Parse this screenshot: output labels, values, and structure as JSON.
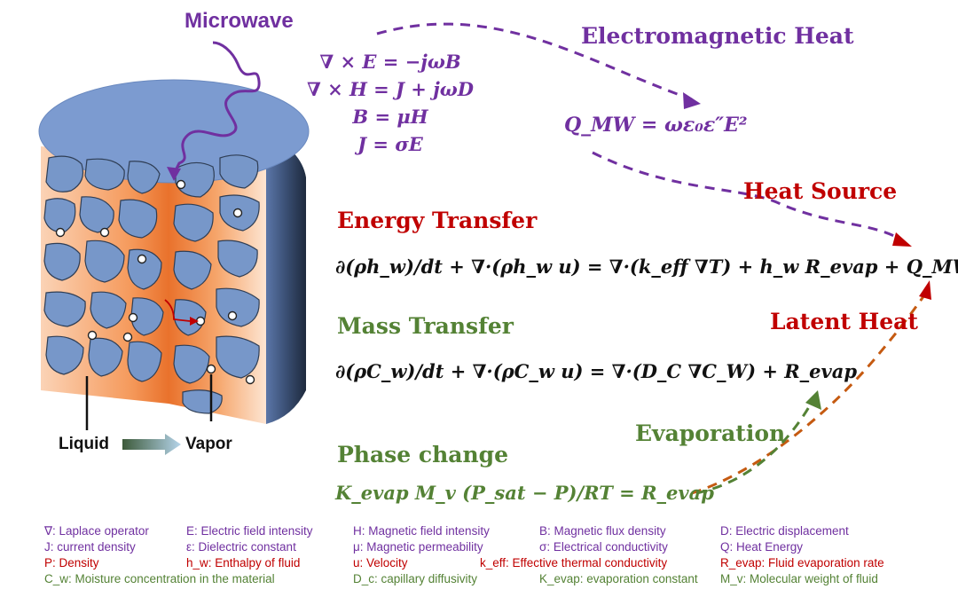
{
  "microwave_label": "Microwave",
  "em_heat_label": "Electromagnetic Heat",
  "maxwell": [
    "∇ × E = −jωB",
    "∇ × H = J + jωD",
    "B = μH",
    "J = σE"
  ],
  "q_mw_equation": "Q_MW = ωε₀ε″E²",
  "heat_source_label": "Heat Source",
  "energy_transfer_label": "Energy Transfer",
  "energy_equation": "∂(ρh_w)/dt + ∇·(ρh_w u) = ∇·(k_eff ∇T) + h_w R_evap + Q_MW",
  "latent_heat_label": "Latent Heat",
  "mass_transfer_label": "Mass Transfer",
  "mass_equation": "∂(ρC_w)/dt + ∇·(ρC_w u) = ∇·(D_C ∇C_W) + R_evap",
  "evaporation_label": "Evaporation",
  "phase_change_label": "Phase change",
  "phase_equation": "K_evap M_v (P_sat − P)/RT = R_evap",
  "liquid_label": "Liquid",
  "vapor_label": "Vapor",
  "legend": [
    [
      "∇: Laplace operator",
      "E: Electric field intensity",
      "H: Magnetic field intensity",
      "B: Magnetic flux density",
      "D: Electric displacement"
    ],
    [
      "J: current density",
      "ε: Dielectric constant",
      "μ: Magnetic permeability",
      "σ: Electrical conductivity",
      "Q: Heat Energy"
    ],
    [
      "P: Density",
      "h_w: Enthalpy of fluid",
      "u: Velocity",
      "k_eff: Effective thermal conductivity",
      "R_evap: Fluid evaporation rate"
    ],
    [
      "C_w: Moisture concentration in the material",
      "D_c: capillary diffusivity",
      "K_evap: evaporation constant",
      "M_v: Molecular weight of fluid"
    ]
  ],
  "colors": {
    "purple": "#7030a0",
    "red": "#c00000",
    "green": "#548235",
    "orange": "#c55a11",
    "cylinder_blue": "#7797c9",
    "cylinder_dark": "#2f3e55",
    "pore_orange": "#f08a45"
  },
  "icons": [
    "microwave-wave-icon",
    "cylinder-cross-section-icon",
    "liquid-to-vapor-arrow-icon"
  ]
}
